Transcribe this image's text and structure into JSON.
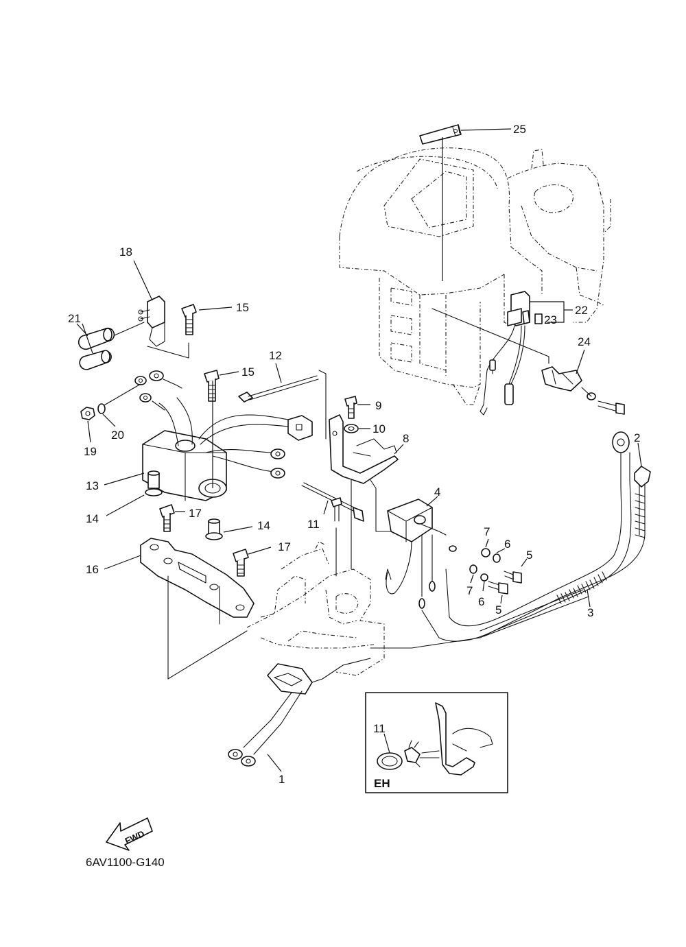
{
  "diagram_code": "6AV1100-G140",
  "fwd_label": "FWD",
  "inset_label": "EH",
  "callouts": {
    "c1": "1",
    "c2": "2",
    "c3": "3",
    "c4": "4",
    "c5a": "5",
    "c5b": "5",
    "c6a": "6",
    "c6b": "6",
    "c7a": "7",
    "c7b": "7",
    "c8": "8",
    "c9": "9",
    "c10": "10",
    "c11a": "11",
    "c11b": "11",
    "c12": "12",
    "c13": "13",
    "c14a": "14",
    "c14b": "14",
    "c15a": "15",
    "c15b": "15",
    "c16": "16",
    "c17a": "17",
    "c17b": "17",
    "c18": "18",
    "c19": "19",
    "c20": "20",
    "c21": "21",
    "c22": "22",
    "c23": "23",
    "c24": "24",
    "c25": "25"
  }
}
